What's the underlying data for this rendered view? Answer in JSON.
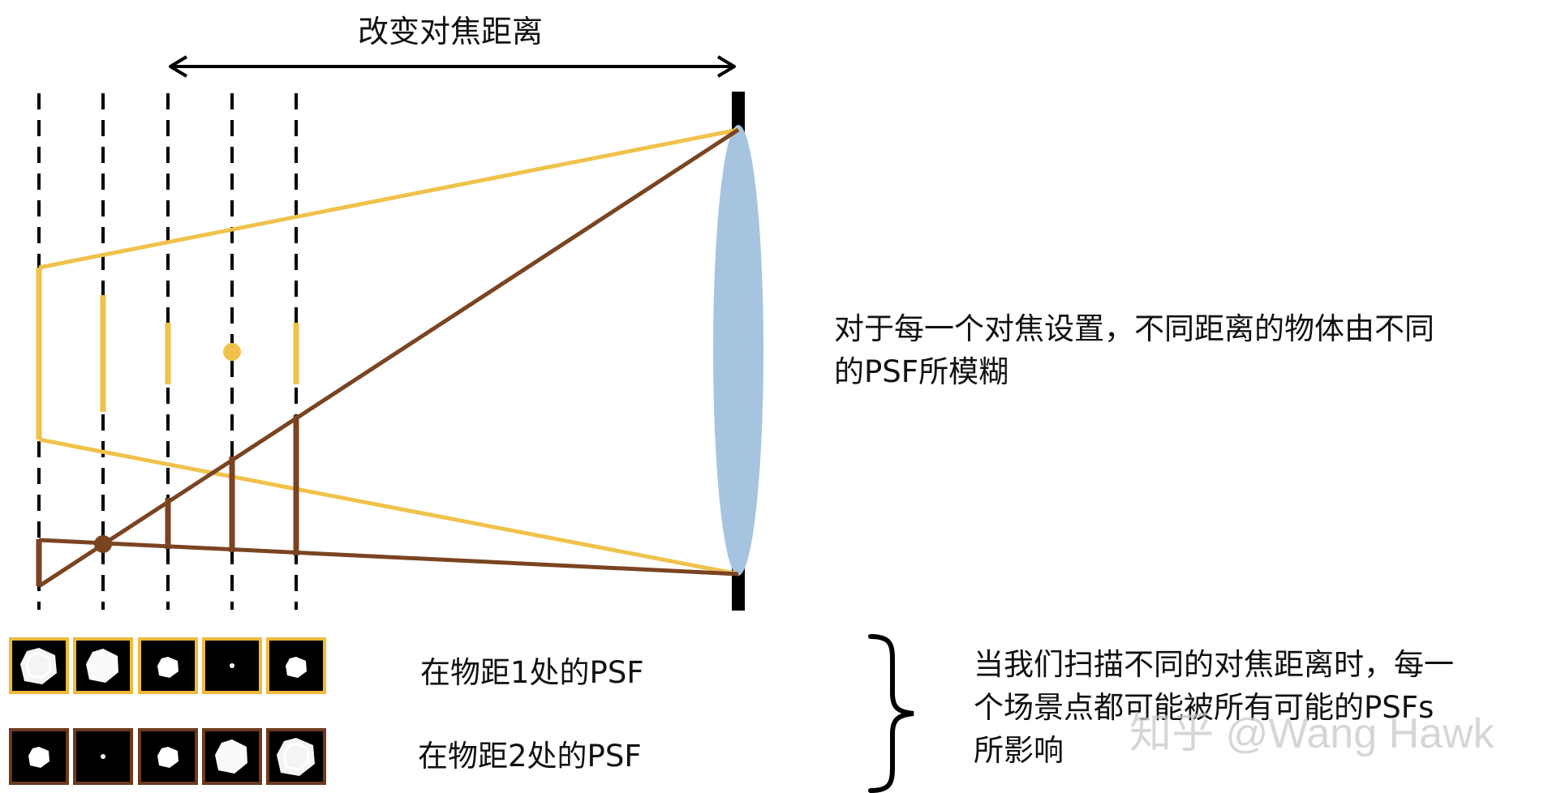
{
  "title": "改变对焦距离",
  "annotation_main": {
    "line1": "对于每一个对焦设置，不同距离的物体由不同",
    "line2": "的PSF所模糊"
  },
  "psf_rows": [
    {
      "label": "在物距1处的PSF",
      "border_color": "#efb93a",
      "blur_levels": [
        5,
        4,
        2,
        0,
        2
      ]
    },
    {
      "label": "在物距2处的PSF",
      "border_color": "#6b3a1e",
      "blur_levels": [
        2,
        0,
        2,
        4,
        5
      ]
    }
  ],
  "annotation_scan": {
    "line1": "当我们扫描不同的对焦距离时，每一",
    "line2": "个场景点都可能被所有可能的PSFs",
    "line3": "所影响"
  },
  "watermark": "知乎 @Wang Hawk",
  "colors": {
    "object1_rays": "#f0c24b",
    "object2_rays": "#7a4422",
    "lens": "#a6c4e0",
    "sensor_planes": "#000000"
  }
}
